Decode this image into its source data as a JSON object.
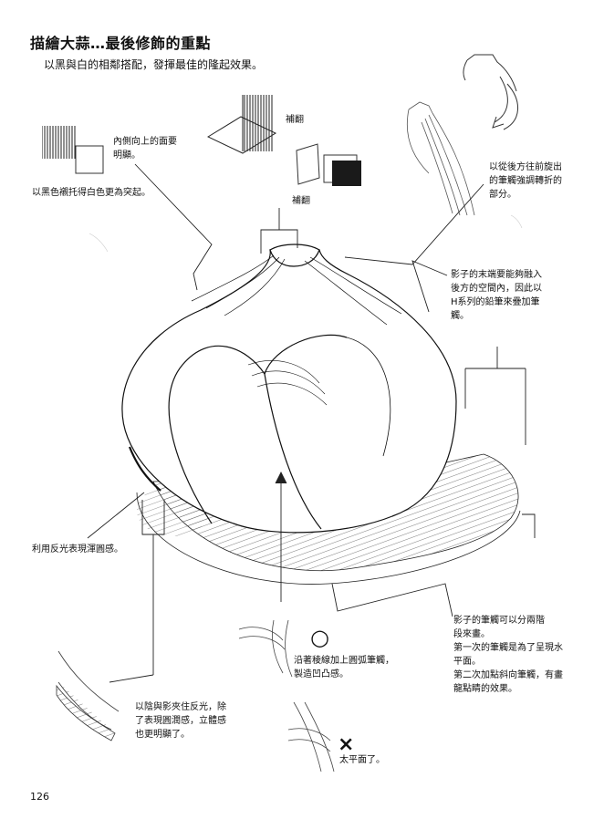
{
  "page": {
    "title": "描繪大蒜…最後修飾的重點",
    "subtitle": "以黑與白的相鄰搭配，發揮最佳的隆起效果。",
    "page_number": "126"
  },
  "annotations": {
    "inner_face": "內側向上的面要\n明顯。",
    "black_white": "以黑色襯托得白色更為突起。",
    "fill_1": "補翻",
    "fill_2": "補翻",
    "back_rotate": "以從後方往前旋出\n的筆觸強調轉折的\n部分。",
    "shadow_end": "影子的末端要能夠融入\n後方的空間內，因此以\nH系列的鉛筆來疊加筆\n觸。",
    "reflected_light": "利用反光表現渾圓感。",
    "shadow_stages": "影子的筆觸可以分兩階\n段來畫。\n第一次的筆觸是為了呈現水\n平面。\n第二次加點斜向筆觸，有畫\n龍點睛的效果。",
    "good_mark": "○",
    "good_text": "沿著稜線加上圓弧筆觸，\n製造凹凸感。",
    "bad_mark": "×",
    "bad_text": "太平面了。",
    "light_shadow": "以陰與影夾住反光，除\n了表現圓潤感，立體感\n也更明顯了。"
  }
}
